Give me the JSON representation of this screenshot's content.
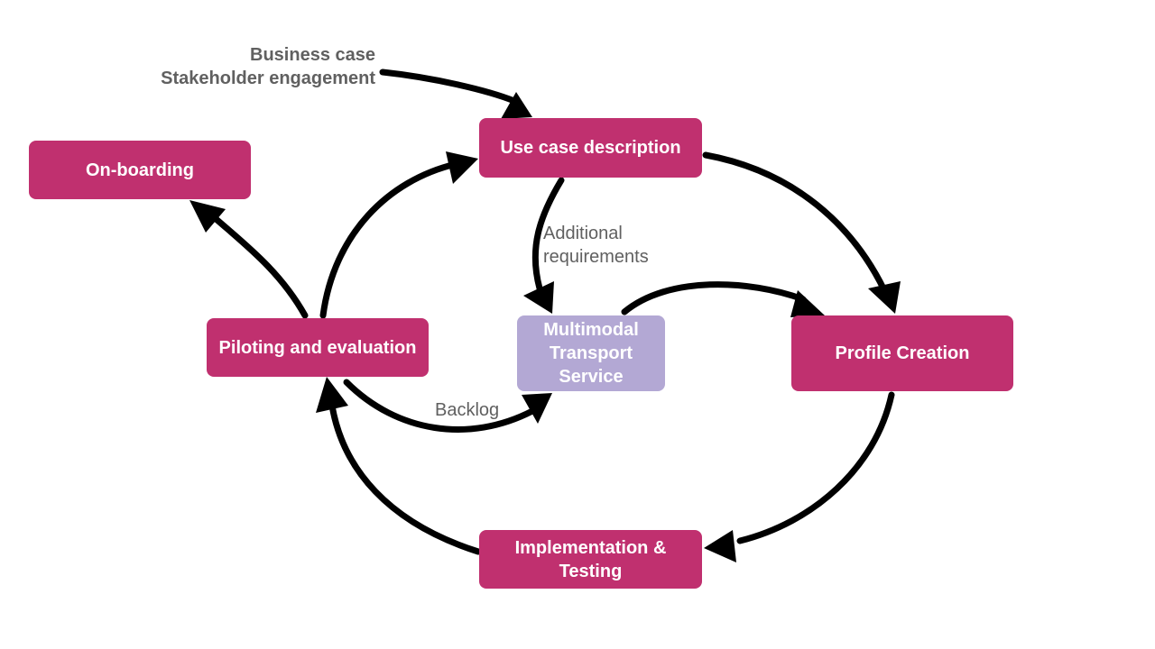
{
  "colors": {
    "process_box": "#c0306f",
    "service_box": "#b3a8d4",
    "box_text": "#ffffff",
    "arrow": "#000000",
    "label_text": "#606060"
  },
  "nodes": {
    "onboarding": "On-boarding",
    "use_case": "Use case description",
    "piloting": "Piloting and evaluation",
    "mts": "Multimodal\nTransport\nService",
    "profile": "Profile Creation",
    "implementation": "Implementation &\nTesting"
  },
  "labels": {
    "inputs": "Business case\nStakeholder engagement",
    "additional": "Additional\nrequirements",
    "backlog": "Backlog"
  },
  "edges": [
    {
      "from": "inputs",
      "to": "use_case"
    },
    {
      "from": "use_case",
      "to": "profile"
    },
    {
      "from": "use_case",
      "to": "mts",
      "label": "additional"
    },
    {
      "from": "mts",
      "to": "profile"
    },
    {
      "from": "profile",
      "to": "implementation"
    },
    {
      "from": "implementation",
      "to": "piloting"
    },
    {
      "from": "piloting",
      "to": "mts",
      "label": "backlog"
    },
    {
      "from": "piloting",
      "to": "use_case"
    },
    {
      "from": "piloting",
      "to": "onboarding"
    }
  ]
}
